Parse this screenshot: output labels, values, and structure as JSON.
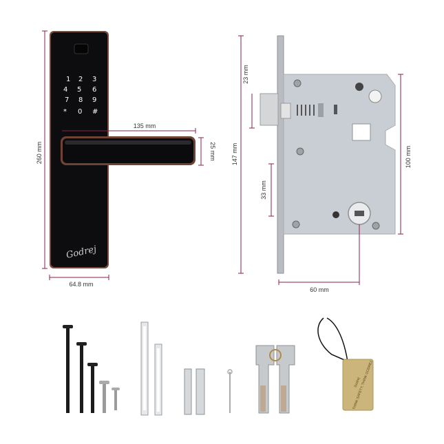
{
  "dimensions": {
    "lock_height": "260 mm",
    "lock_width": "64.8 mm",
    "handle_length": "135 mm",
    "handle_height": "25 mm",
    "mortise_height": "147 mm",
    "mortise_width": "60 mm",
    "latch_offset": "23 mm",
    "body_height": "100 mm",
    "lower_offset": "33 mm"
  },
  "keypad": {
    "keys": [
      "1",
      "2",
      "3",
      "4",
      "5",
      "6",
      "7",
      "8",
      "9",
      "*",
      "0",
      "#"
    ]
  },
  "brand": "Godrej",
  "tag": {
    "brand": "Godrej",
    "slogan": "THINK SAFETY, THINK GODREJ"
  },
  "colors": {
    "dimension_line": "#8a1e4e",
    "lock_body": "#0d0d0f",
    "trim": "#b0785a",
    "mortise_plate": "#c9ced4",
    "tag_gold": "#cbb57a"
  }
}
